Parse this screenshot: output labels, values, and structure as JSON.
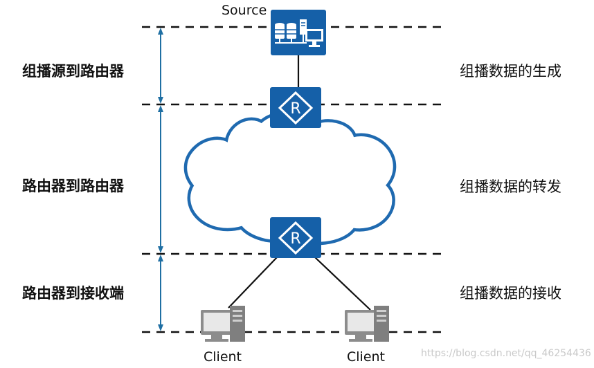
{
  "source": {
    "label": "Source"
  },
  "clients": [
    {
      "label": "Client"
    },
    {
      "label": "Client"
    }
  ],
  "routers": [
    {
      "letter": "R"
    },
    {
      "letter": "R"
    }
  ],
  "stages": [
    {
      "left": "组播源到路由器",
      "right": "组播数据的生成"
    },
    {
      "left": "路由器到路由器",
      "right": "组播数据的转发"
    },
    {
      "left": "路由器到接收端",
      "right": "组播数据的接收"
    }
  ],
  "watermark": "https://blog.csdn.net/qq_46254436",
  "colors": {
    "device_blue": "#1560a8",
    "arrow_blue": "#1f6fa3",
    "cloud_fill": "#ffffff",
    "cloud_stroke": "#1f6ab0",
    "dash": "#111111",
    "client_gray": "#8c8c8c"
  }
}
